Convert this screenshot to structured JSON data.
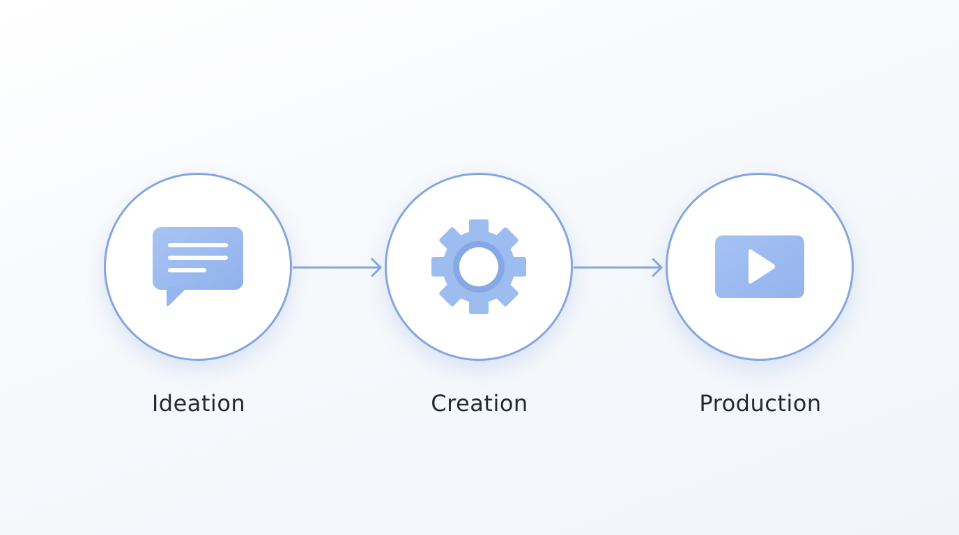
{
  "diagram": {
    "type": "process-flow",
    "colors": {
      "circle_border": "#84a6de",
      "icon_fill": "#98b8ef",
      "arrow": "#84a6de",
      "label_text": "#222a36"
    },
    "steps": [
      {
        "label": "Ideation",
        "icon": "chat-bubble-icon"
      },
      {
        "label": "Creation",
        "icon": "gear-icon"
      },
      {
        "label": "Production",
        "icon": "play-video-icon"
      }
    ],
    "connectors": [
      {
        "from": "Ideation",
        "to": "Creation",
        "icon": "arrow-right-icon"
      },
      {
        "from": "Creation",
        "to": "Production",
        "icon": "arrow-right-icon"
      }
    ]
  }
}
